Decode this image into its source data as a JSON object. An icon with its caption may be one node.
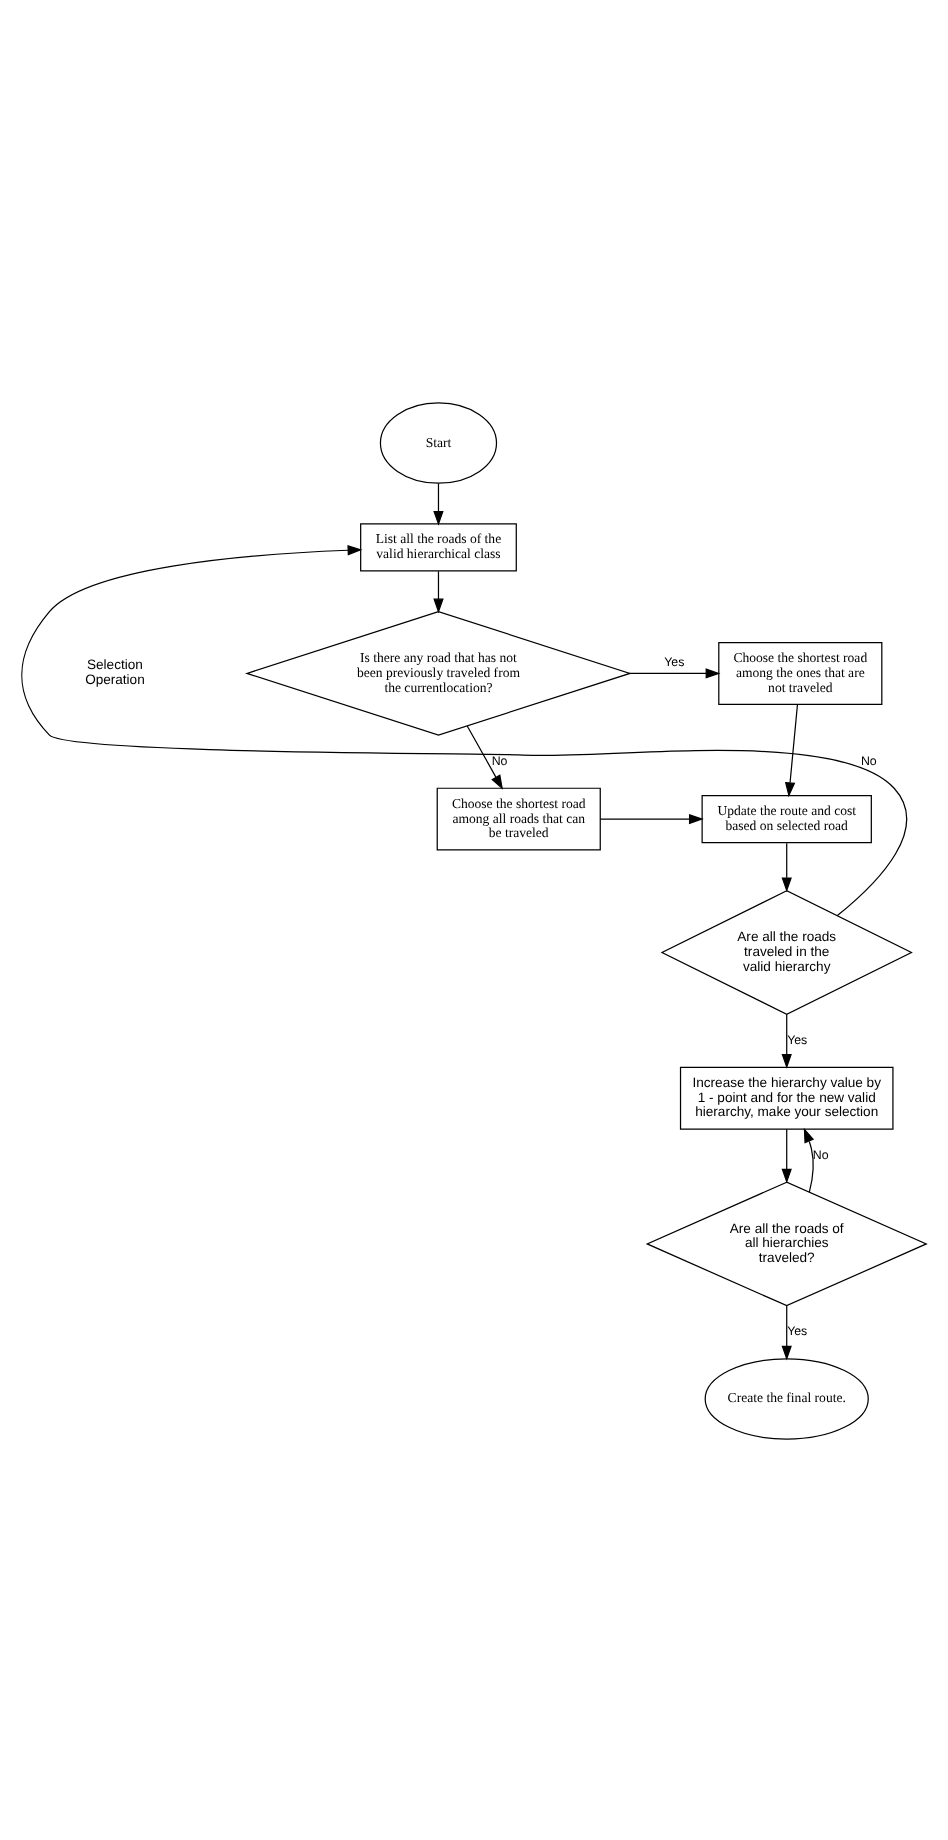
{
  "diagram": {
    "nodes": [
      {
        "text": [
          "Start"
        ]
      },
      {
        "text": [
          "List all the roads of the valid hierarchical class"
        ]
      },
      {
        "text": [
          "Is there any road that has not been previously traveled from the currentlocation?"
        ]
      },
      {
        "text": [
          "Choose the shortest road among the ones that are not traveled"
        ]
      },
      {
        "text": [
          "Choose the shortest road among all roads that can be traveled"
        ]
      },
      {
        "text": [
          "Update the route and cost based on selected road"
        ]
      },
      {
        "text": [
          "Are all the roads traveled in the valid hierarchy"
        ]
      },
      {
        "text": [
          "Increase the hierarchy value by 1 - point and for the new valid hierarchy, make your selection"
        ]
      },
      {
        "text": [
          "Are all the roads of all hierarchies traveled?"
        ]
      },
      {
        "text": [
          "Create the final route."
        ]
      }
    ],
    "edges": [
      {
        "from": 0,
        "to": 1,
        "arrow": "to"
      },
      {
        "from": 1,
        "to": 2,
        "arrow": "to"
      },
      {
        "from": 2,
        "to": 3,
        "arrow": "to",
        "label": "Yes"
      },
      {
        "from": 2,
        "to": 4,
        "arrow": "to",
        "label": "No"
      },
      {
        "from": 3,
        "to": 5,
        "arrow": "to"
      },
      {
        "from": 4,
        "to": 5,
        "arrow": "to"
      },
      {
        "from": 5,
        "to": 6,
        "arrow": "to"
      },
      {
        "from": 6,
        "to": 1,
        "arrow": "to",
        "label": "No"
      },
      {
        "from": 6,
        "to": 7,
        "arrow": "to",
        "label": "Yes"
      },
      {
        "from": 7,
        "to": 8,
        "arrow": "to"
      },
      {
        "from": 8,
        "to": 7,
        "arrow": "to",
        "label": "No"
      },
      {
        "from": 8,
        "to": 9,
        "arrow": "to",
        "label": "Yes"
      }
    ],
    "labels": [
      "Selection Operation"
    ]
  }
}
